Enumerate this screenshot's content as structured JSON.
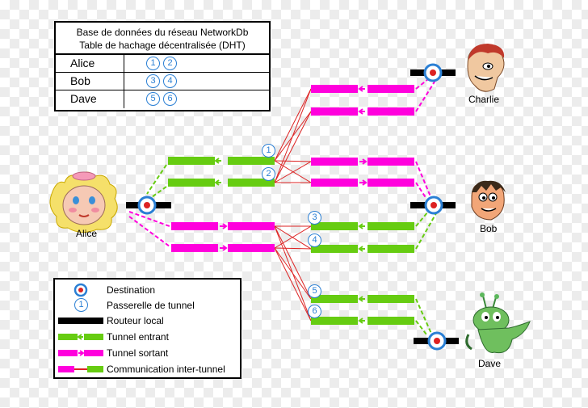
{
  "dht_table": {
    "title_line1": "Base de données du réseau NetworkDb",
    "title_line2": "Table de hachage décentralisée (DHT)",
    "rows": [
      {
        "name": "Alice",
        "badges": [
          "1",
          "2"
        ]
      },
      {
        "name": "Bob",
        "badges": [
          "3",
          "4"
        ]
      },
      {
        "name": "Dave",
        "badges": [
          "5",
          "6"
        ]
      }
    ]
  },
  "people": {
    "alice": "Alice",
    "bob": "Bob",
    "charlie": "Charlie",
    "dave": "Dave"
  },
  "gateway_labels": [
    "1",
    "2",
    "3",
    "4",
    "5",
    "6"
  ],
  "legend": {
    "destination": "Destination",
    "gateway_badge": "1",
    "gateway": "Passerelle de tunnel",
    "local_router": "Routeur local",
    "inbound": "Tunnel entrant",
    "outbound": "Tunnel sortant",
    "inter_tunnel": "Communication inter-tunnel"
  },
  "colors": {
    "inbound": "#66cc11",
    "outbound": "#ff00dd",
    "inter_tunnel": "#dd2222",
    "router": "#000000",
    "badge": "#2a7fd4"
  }
}
